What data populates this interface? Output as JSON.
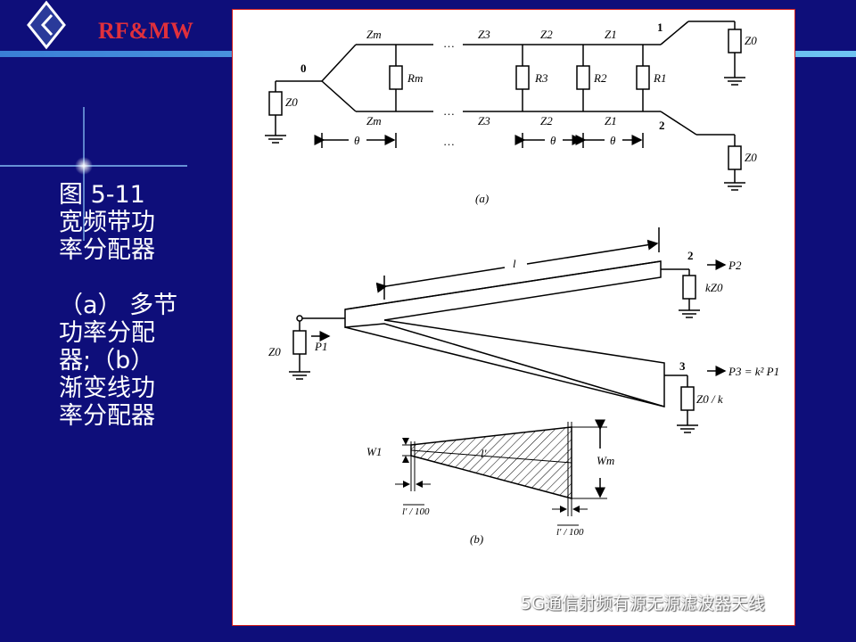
{
  "header": {
    "logo_text": "RF&MW"
  },
  "caption": {
    "lines": [
      "图 5-11",
      "宽频带功",
      "率分配器",
      "",
      "（a） 多节",
      "功率分配",
      "器;（b）",
      "渐变线功",
      "率分配器"
    ]
  },
  "diagram_a": {
    "label": "(a)",
    "node_labels": {
      "input": "0",
      "out1": "1",
      "out2": "2"
    },
    "source_impedance": "Z0",
    "load_impedance_1": "Z0",
    "load_impedance_2": "Z0",
    "line_labels_top": [
      "Zm",
      "Z3",
      "Z2",
      "Z1"
    ],
    "line_labels_bottom": [
      "Zm",
      "Z3",
      "Z2",
      "Z1"
    ],
    "resistors": [
      "Rm",
      "R3",
      "R2",
      "R1"
    ],
    "ellipsis": "…",
    "length_label": "θ"
  },
  "diagram_b": {
    "label": "(b)",
    "length_label": "l",
    "source_impedance": "Z0",
    "input_power": "P1",
    "port2": {
      "number": "2",
      "power": "P2",
      "load": "kZ0"
    },
    "port3": {
      "number": "3",
      "power": "P3 = k² P1",
      "load": "Z0 / k"
    },
    "taper": {
      "w1": "W1",
      "wm": "Wm",
      "length": "l′",
      "edge_fraction": "l′ / 100"
    }
  },
  "watermark": {
    "text": "5G通信射频有源无源滤波器天线"
  },
  "colors": {
    "background": "#0e0e7a",
    "brand_red": "#e0303c",
    "panel_border": "#d01a1a"
  }
}
